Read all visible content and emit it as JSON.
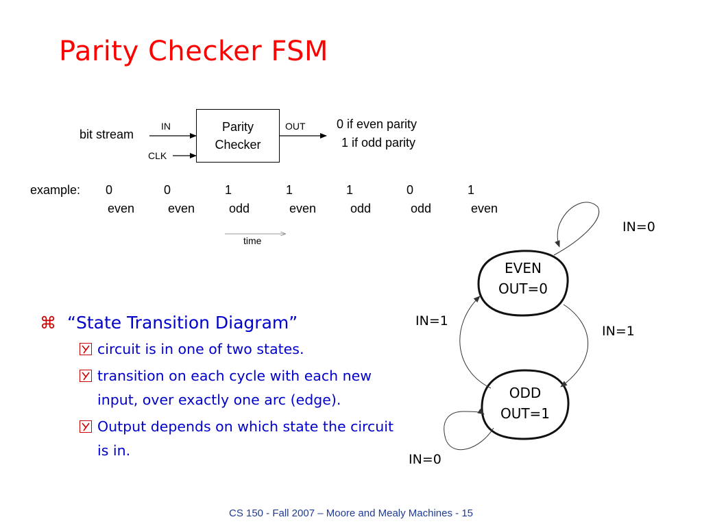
{
  "title": "Parity Checker FSM",
  "block": {
    "box_label_line1": "Parity",
    "box_label_line2": "Checker",
    "input_label": "bit stream",
    "in_pin": "IN",
    "clk_pin": "CLK",
    "out_pin": "OUT",
    "output_line1": "0 if even parity",
    "output_line2": "1 if odd parity"
  },
  "example": {
    "label": "example:",
    "bits": [
      "0",
      "0",
      "1",
      "1",
      "1",
      "0",
      "1"
    ],
    "parities": [
      "even",
      "even",
      "odd",
      "even",
      "odd",
      "odd",
      "even"
    ],
    "time_label": "time"
  },
  "state_diagram": {
    "states": [
      {
        "name_line": "EVEN",
        "out_line": "OUT=0"
      },
      {
        "name_line": "ODD",
        "out_line": "OUT=1"
      }
    ],
    "transitions": {
      "even_self": "IN=0",
      "even_to_odd": "IN=1",
      "odd_to_even": "IN=1",
      "odd_self": "IN=0"
    }
  },
  "bullets": {
    "main": "“State Transition Diagram”",
    "main_marker": "⌘",
    "sub": [
      "circuit is in one of two states.",
      "transition on each cycle with each new input, over exactly one arc (edge).",
      "Output depends on which state the circuit is in."
    ]
  },
  "footer": "CS 150 - Fall 2007 – Moore and Mealy Machines - 15",
  "colors": {
    "title": "#ff0000",
    "bullet_text": "#0000cc",
    "bullet_marker": "#cc0000",
    "footer": "#1f3a93"
  }
}
